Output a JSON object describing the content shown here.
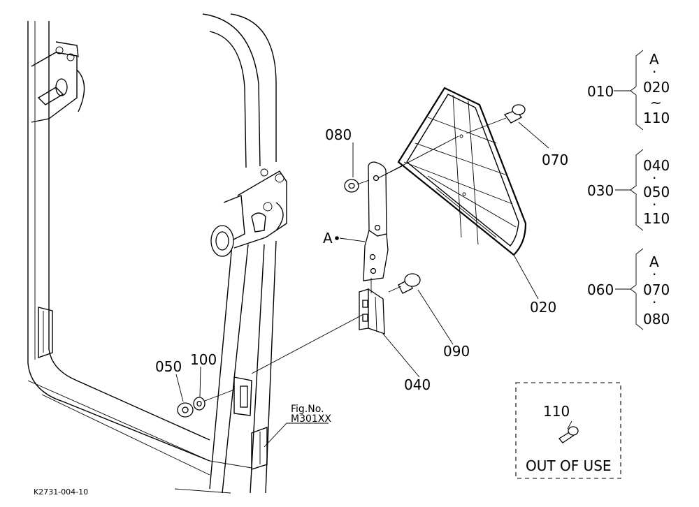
{
  "labels": {
    "p010": "010",
    "p020": "020",
    "p030": "030",
    "p040": "040",
    "p050": "050",
    "p060": "060",
    "p070": "070",
    "p080": "080",
    "p090": "090",
    "p100": "100",
    "p110": "110",
    "ref_a": "A"
  },
  "groups": {
    "g010": [
      "A",
      "020",
      "110"
    ],
    "g030": [
      "040",
      "050",
      "110"
    ],
    "g060": [
      "A",
      "070",
      "080"
    ]
  },
  "fig": {
    "label": "Fig.No.",
    "number": "M301XX"
  },
  "out_of_use": {
    "part": "110",
    "text": "OUT OF USE"
  },
  "drawing_code": "K2731-004-10"
}
